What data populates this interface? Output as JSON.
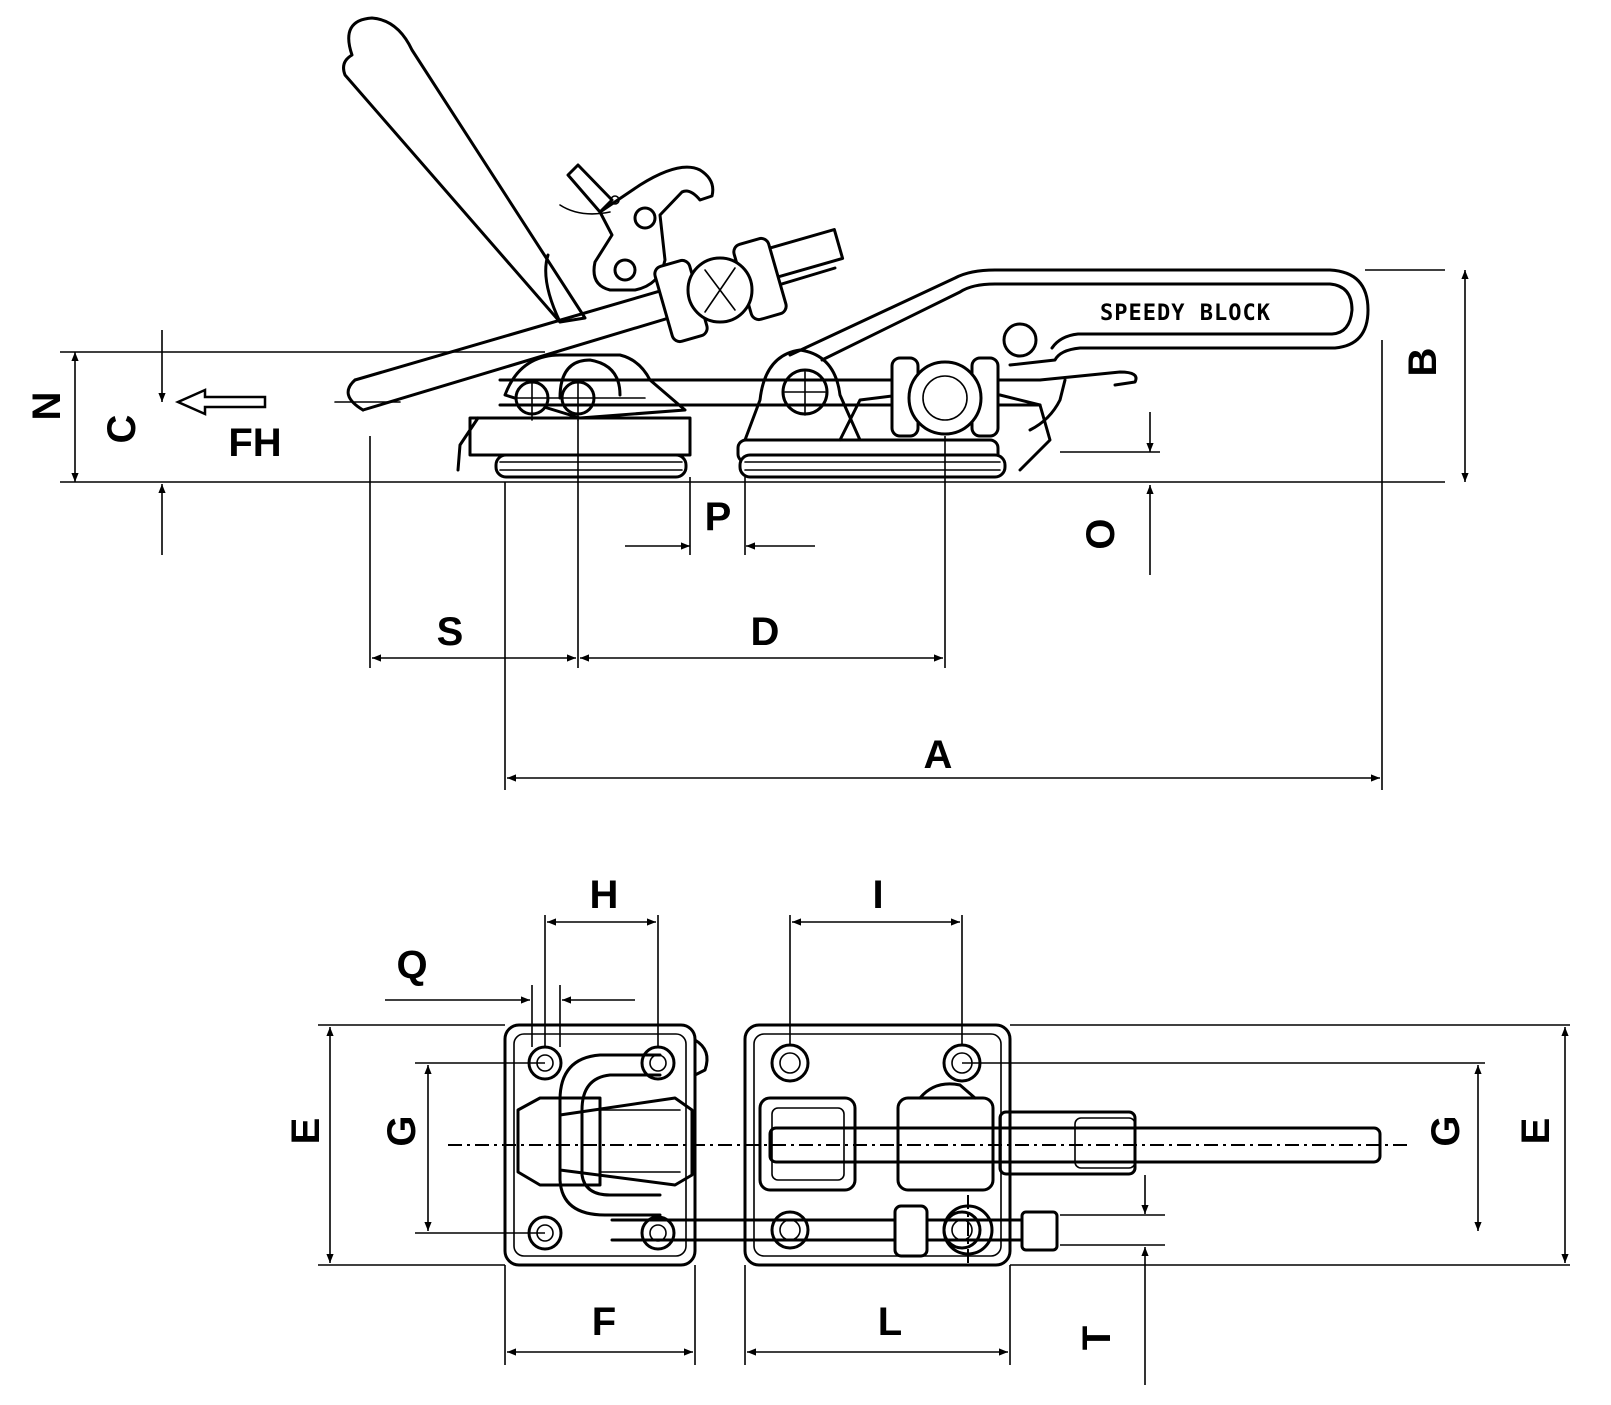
{
  "brand_text": "SPEEDY BLOCK",
  "dimensions": {
    "A": "A",
    "B": "B",
    "C": "C",
    "D": "D",
    "E": "E",
    "F": "F",
    "G": "G",
    "H": "H",
    "I": "I",
    "L": "L",
    "N": "N",
    "O": "O",
    "P": "P",
    "Q": "Q",
    "S": "S",
    "T": "T",
    "FH": "FH"
  }
}
